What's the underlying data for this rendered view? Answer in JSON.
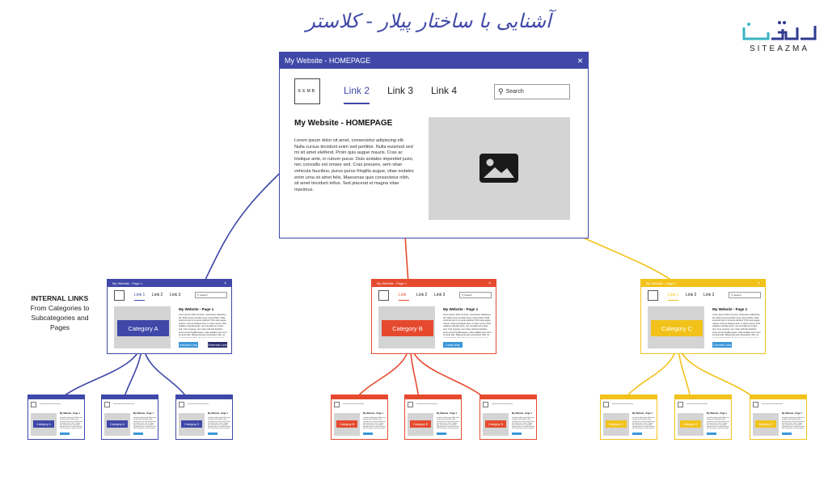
{
  "page_title": "آشنایی با ساختار پیلار - کلاستر",
  "brand": {
    "wordmark": "SITEAZMA",
    "accent": "#3bb3c3"
  },
  "colors": {
    "blue": "#3f48a8",
    "red": "#e64a2e",
    "yellow": "#f2c21b",
    "placeholder": "#d4d4d4"
  },
  "homepage": {
    "window_title": "My Website - HOMEPAGE",
    "close": "×",
    "logo_text": "KEMB",
    "nav": [
      "Link 2",
      "Link 3",
      "Link 4"
    ],
    "search_placeholder": "Search",
    "heading": "My Website - HOMEPAGE",
    "body": "Lorem ipsum dolor sit amet, consectetur adipiscing elit. Nulla cursus tincidunt enim sed porttitor. Nulla euismod sed mi sit amet eleifend. Proin quis augue mauris. Cras ac tristique ante, in rutrum purus. Duis sodales imperdiet justo, nec convallis est ornare sed. Cras posuere, sem vitae vehicula faucibus, purus purus fringilla augue, vitae sodales enim urna sit amet felis. Maecenas quis consectetur nibh, sit amet tincidunt tellus. Sed placerat et magna vitae maximus."
  },
  "note": {
    "title": "INTERNAL LINKS",
    "text": "From Categories to Subcategories and Pages"
  },
  "categories": [
    {
      "name": "Category A",
      "window_title": "My Website - Page 1",
      "nav": [
        "Link 1",
        "Link 2",
        "Link 3"
      ],
      "heading": "My Website - Page 1",
      "button1": "Internal Link",
      "button2": "External Link",
      "color": "#3f48a8"
    },
    {
      "name": "Category B",
      "window_title": "My Website - Page 1",
      "nav": [
        "Link",
        "Link 2",
        "Link 3"
      ],
      "heading": "My Website - Page 1",
      "button1": "Learn link",
      "button2": "",
      "color": "#e64a2e"
    },
    {
      "name": "Category C",
      "window_title": "My Website - Page 1",
      "nav": [
        "Link 1",
        "Link 2",
        "Link 3"
      ],
      "heading": "My Website - Page 1",
      "button1": "Current Link",
      "button2": "",
      "color": "#f2c21b"
    }
  ],
  "subpages": [
    {
      "label": "Category A",
      "color": "#3f48a8"
    },
    {
      "label": "Category A",
      "color": "#3f48a8"
    },
    {
      "label": "Category A",
      "color": "#3f48a8"
    },
    {
      "label": "Category B",
      "color": "#e64a2e"
    },
    {
      "label": "Category B",
      "color": "#e64a2e"
    },
    {
      "label": "Category B",
      "color": "#e64a2e"
    },
    {
      "label": "Category C",
      "color": "#f2c21b"
    },
    {
      "label": "Category C",
      "color": "#f2c21b"
    },
    {
      "label": "Category C",
      "color": "#f2c21b"
    }
  ],
  "subpage_heading": "My Website - Page 1",
  "search_small": "Search"
}
